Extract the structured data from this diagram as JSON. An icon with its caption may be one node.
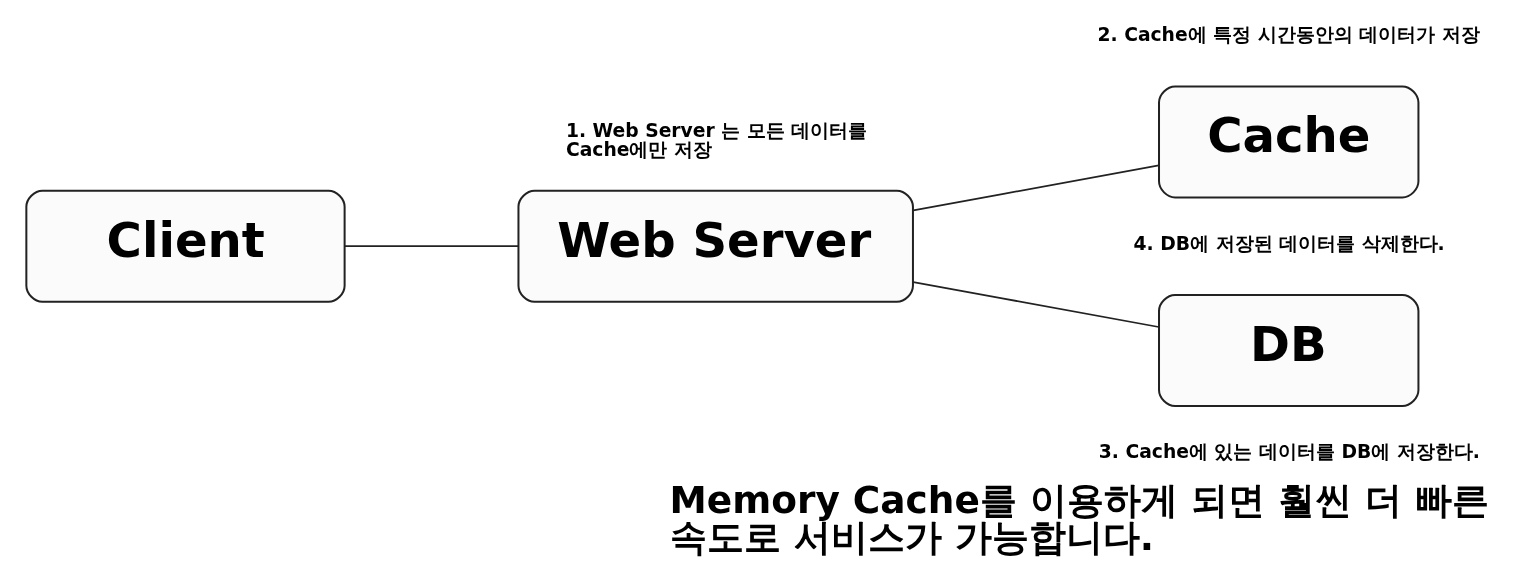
{
  "diagram": {
    "caption": "Memory Cache를 이용하게 되면 훨씬 더 빠른 속도로 서비스가 가능합니다.",
    "nodes": [
      {
        "text": [
          "Client"
        ]
      },
      {
        "text": [
          "Web Server"
        ]
      },
      {
        "text": [
          "Cache"
        ]
      },
      {
        "text": [
          "DB"
        ]
      }
    ],
    "edges": [
      {
        "from": 0,
        "to": 1,
        "arrow": "none"
      },
      {
        "from": 1,
        "to": 2,
        "arrow": "none"
      },
      {
        "from": 1,
        "to": 3,
        "arrow": "none"
      }
    ],
    "labels": [
      "2. Cache에 특정 시간동안의 데이터가 저장",
      "1. Web Server 는 모든 데이터를 Cache에만 저장",
      "4. DB에 저장된 데이터를 삭제한다.",
      "3. Cache에 있는 데이터를 DB에 저장한다."
    ]
  }
}
